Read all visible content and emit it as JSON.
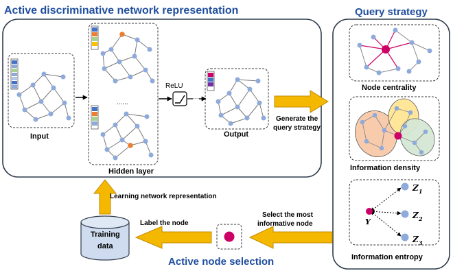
{
  "titles": {
    "main": "Active discriminative network representation",
    "query": "Query strategy",
    "selection": "Active node selection"
  },
  "labels": {
    "input": "Input",
    "hidden_layer": "Hidden layer",
    "output": "Output",
    "relu": "ReLU",
    "ellipsis": "......",
    "generate_line1": "Generate the",
    "generate_line2": "query strategy",
    "learning": "Learning network representation",
    "select_line1": "Select the most",
    "select_line2": "informative node",
    "label_node": "Label the node",
    "training_line1": "Training",
    "training_line2": "data",
    "node_centrality": "Node centrality",
    "information_density": "Information density",
    "information_entropy": "Information entropy",
    "y": "Y",
    "z1": "Z",
    "z1_sub": "1",
    "z2": "Z",
    "z2_sub": "2",
    "z3": "Z",
    "z3_sub": "3"
  },
  "colors": {
    "title_blue": "#1f4e9e",
    "node_blue": "#8eaadb",
    "highlight_magenta": "#cc0066",
    "highlight_orange": "#ed7d31",
    "arrow_orange": "#f5b800",
    "arrow_orange_edge": "#c08a00",
    "cylinder_fill": "#cfdcef",
    "density_yellow": "#ffe699",
    "density_pink": "#f8cbad",
    "density_green": "#d5e8d4"
  },
  "icons": {
    "relu": "relu-activation-icon",
    "selected_node": "selected-node-icon",
    "database": "database-cylinder-icon"
  }
}
